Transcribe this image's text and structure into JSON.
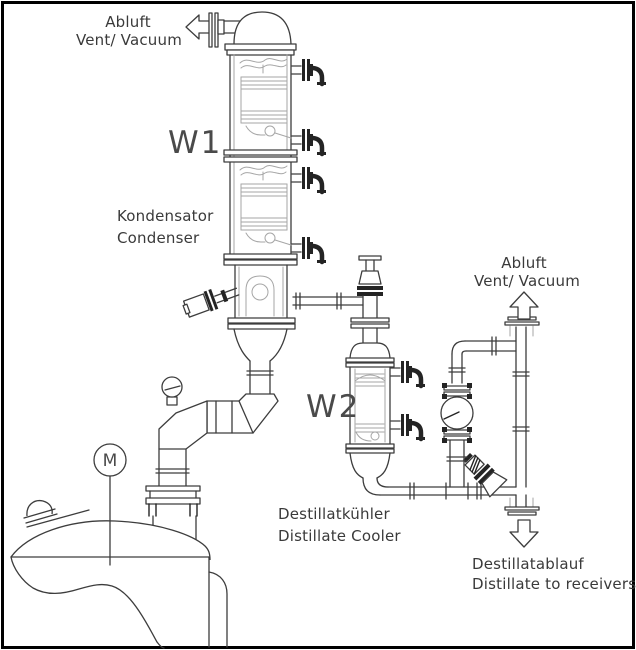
{
  "labels": {
    "vent_top_line1": "Abluft",
    "vent_top_line2": "Vent/ Vacuum",
    "w1_tag": "W1",
    "w1_name_de": "Kondensator",
    "w1_name_en": "Condenser",
    "vent_right_line1": "Abluft",
    "vent_right_line2": "Vent/ Vacuum",
    "w2_tag": "W2",
    "w2_name_de": "Destillatkühler",
    "w2_name_en": "Distillate Cooler",
    "outlet_line1": "Destillatablauf",
    "outlet_line2": "Distillate to receivers",
    "motor_symbol": "M"
  },
  "colors": {
    "line": "#3d3d3d",
    "light_line": "#a6a6a6",
    "dark_fitting": "#242424",
    "text": "#3a3a3a",
    "background": "#ffffff",
    "border": "#000000"
  }
}
